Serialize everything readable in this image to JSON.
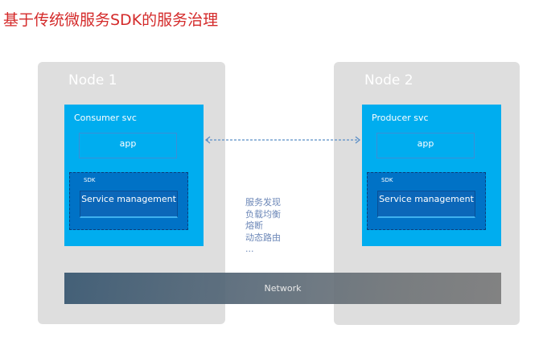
{
  "title": "基于传统微服务SDK的服务治理",
  "nodes": [
    {
      "label": "Node 1",
      "service": {
        "label": "Consumer svc",
        "app_label": "app",
        "sdk_label": "SDK",
        "management_label": "Service management"
      }
    },
    {
      "label": "Node 2",
      "service": {
        "label": "Producer svc",
        "app_label": "app",
        "sdk_label": "SDK",
        "management_label": "Service management"
      }
    }
  ],
  "features": [
    "服务发现",
    "负载均衡",
    "熔断",
    "动态路由",
    "..."
  ],
  "network_label": "Network",
  "colors": {
    "title": "#d42a2a",
    "node_bg": "#dedede",
    "service_bg": "#00adef",
    "sdk_bg": "#0072c6",
    "feature_text": "#6d88b8",
    "arrow": "#5b8fc7"
  }
}
